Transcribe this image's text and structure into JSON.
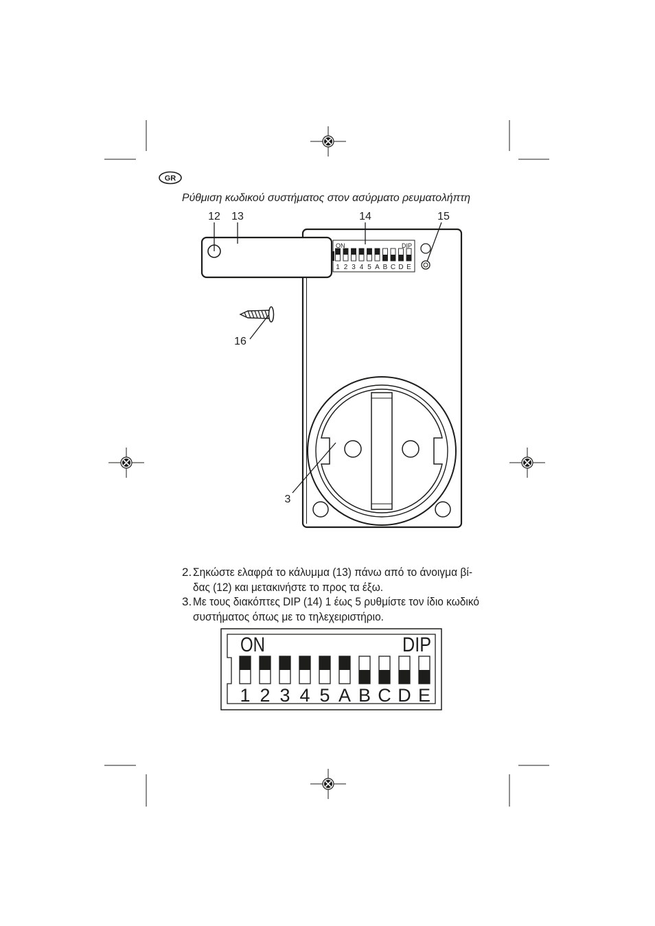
{
  "badge": "GR",
  "title": "Ρύθμιση κωδικού συστήματος στον ασύρματο ρευματολήπτη",
  "callouts": {
    "screw_opening": "12",
    "cover": "13",
    "dip_switches": "14",
    "led": "15",
    "screw": "16",
    "socket": "3"
  },
  "steps": [
    {
      "number": "2.",
      "lines": [
        "Σηκώστε ελαφρά το κάλυμμα (13) πάνω από το άνοιγμα βί-",
        "δας (12) και μετακινήστε το προς τα έξω."
      ]
    },
    {
      "number": "3.",
      "lines": [
        "Με τους διακόπτες DIP (14) 1 έως 5 ρυθμίστε τον ίδιο κωδικό",
        "συστήματος όπως με το τηλεχειριστήριο."
      ]
    }
  ],
  "dip_switch": {
    "on_label": "ON",
    "dip_label": "DIP",
    "switches": [
      {
        "label": "1",
        "on": true
      },
      {
        "label": "2",
        "on": true
      },
      {
        "label": "3",
        "on": true
      },
      {
        "label": "4",
        "on": true
      },
      {
        "label": "5",
        "on": true
      },
      {
        "label": "A",
        "on": true
      },
      {
        "label": "B",
        "on": false
      },
      {
        "label": "C",
        "on": false
      },
      {
        "label": "D",
        "on": false
      },
      {
        "label": "E",
        "on": false
      }
    ]
  }
}
